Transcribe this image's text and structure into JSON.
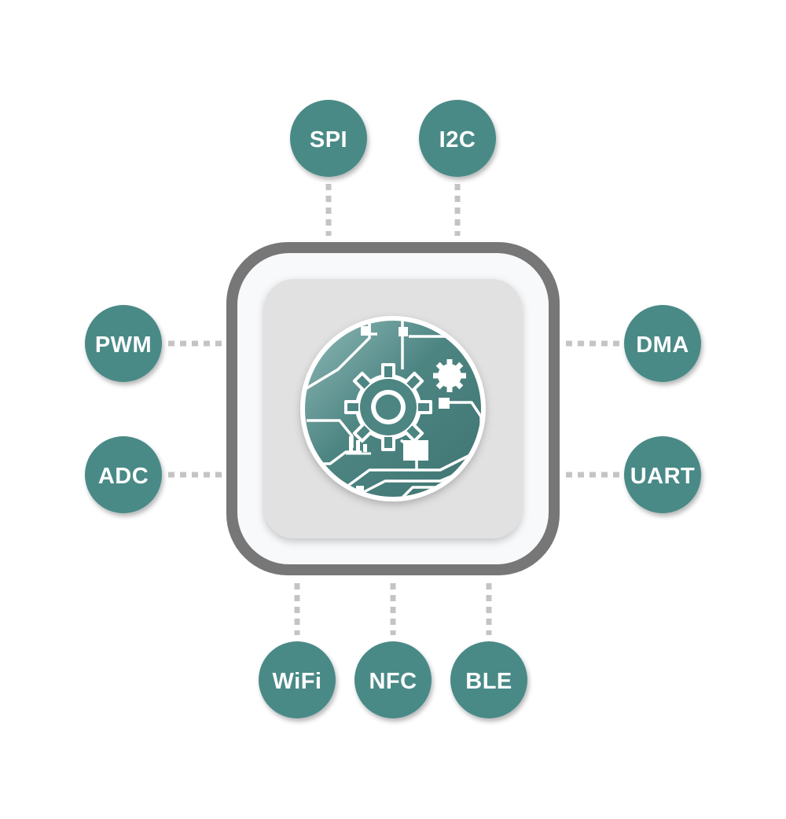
{
  "colors": {
    "node_fill": "#4a8a87",
    "node_text": "#ffffff",
    "connector": "#c4c4c4",
    "chip_border": "#777777",
    "chip_body": "#f8f9fb",
    "chip_inner": "#e1e1e1",
    "icon_teal": "#4d8582"
  },
  "chip": {
    "icon": "circuit-gear-icon"
  },
  "nodes": {
    "spi": "SPI",
    "i2c": "I2C",
    "pwm": "PWM",
    "adc": "ADC",
    "dma": "DMA",
    "uart": "UART",
    "wifi": "WiFi",
    "nfc": "NFC",
    "ble": "BLE"
  }
}
